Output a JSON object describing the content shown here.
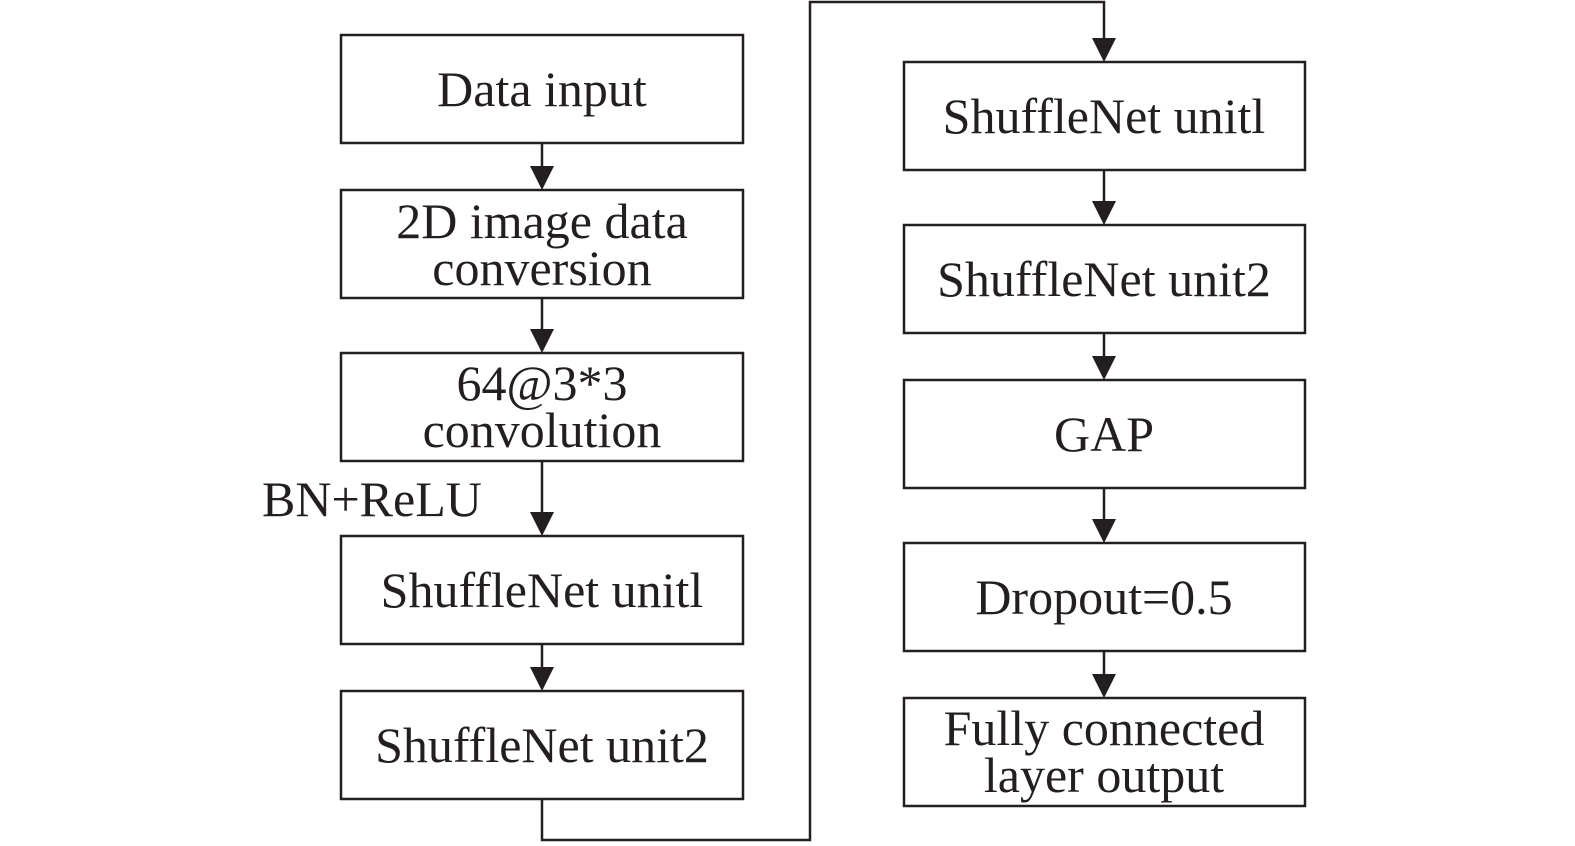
{
  "diagram": {
    "left_column": {
      "data_input": "Data input",
      "image_conversion": [
        "2D image data",
        "conversion"
      ],
      "convolution": [
        "64@3*3",
        "convolution"
      ],
      "shufflenet_unit1": "ShuffleNet unitl",
      "shufflenet_unit2": "ShuffleNet unit2"
    },
    "right_column": {
      "shufflenet_unit1": "ShuffleNet unitl",
      "shufflenet_unit2": "ShuffleNet unit2",
      "gap": "GAP",
      "dropout": "Dropout=0.5",
      "fully_connected": [
        "Fully connected",
        "layer output"
      ]
    },
    "edge_labels": {
      "bn_relu": "BN+ReLU"
    }
  }
}
